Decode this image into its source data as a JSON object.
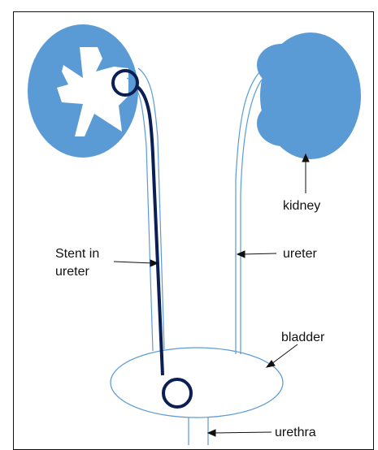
{
  "labels": {
    "stent": "Stent in\nureter",
    "kidney": "kidney",
    "ureter": "ureter",
    "bladder": "bladder",
    "urethra": "urethra"
  },
  "colors": {
    "kidney_fill": "#5b9bd5",
    "stent": "#0b1f54",
    "outline": "#5b9bd5",
    "background": "#ffffff",
    "text": "#111111"
  }
}
